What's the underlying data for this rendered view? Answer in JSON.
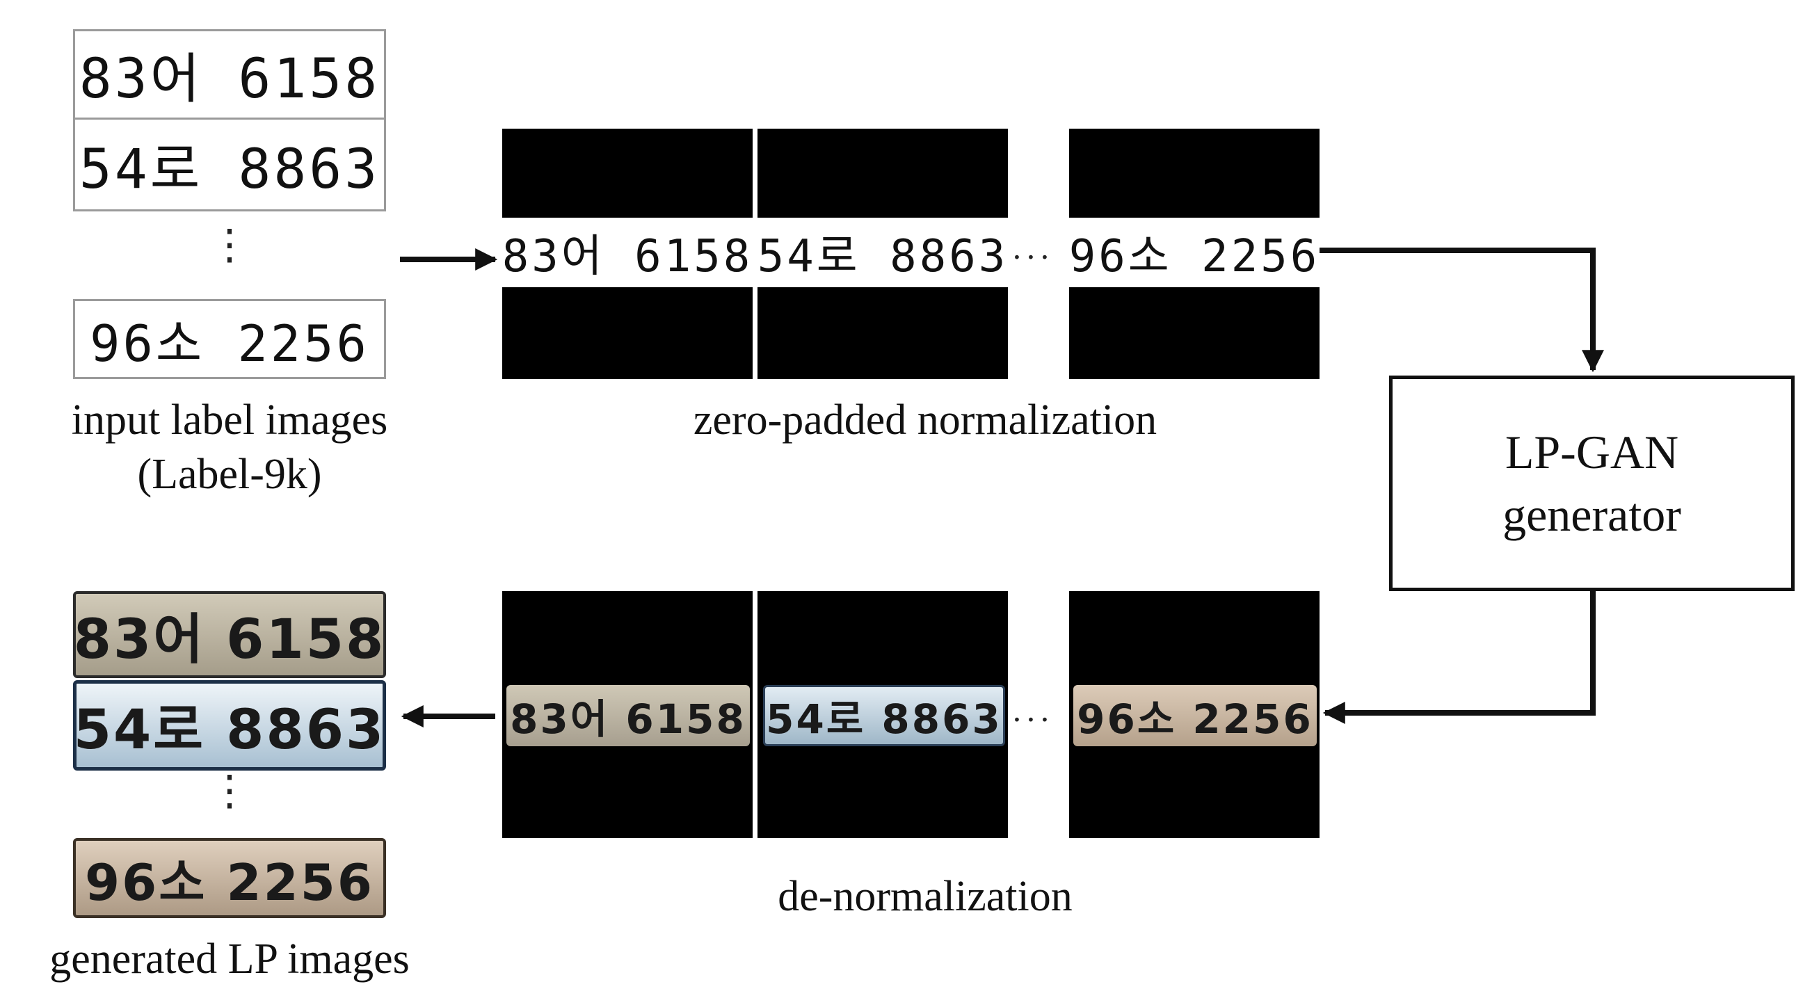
{
  "plates": [
    "83어 6158",
    "54로 8863",
    "96소 2256"
  ],
  "ellipsis_vertical": "⋮",
  "ellipsis_horizontal": "···",
  "captions": {
    "input_line1": "input label images",
    "input_line2": "(Label-9k)",
    "zero_padded": "zero-padded normalization",
    "generator_line1": "LP-GAN",
    "generator_line2": "generator",
    "de_normalization": "de-normalization",
    "generated": "generated LP images"
  },
  "colors": {
    "plate_gen_1": "#b9b2a3",
    "plate_gen_2": "#a9bccc",
    "plate_gen_3": "#c7b7a4",
    "tile_background": "#000000",
    "arrow": "#111111"
  }
}
